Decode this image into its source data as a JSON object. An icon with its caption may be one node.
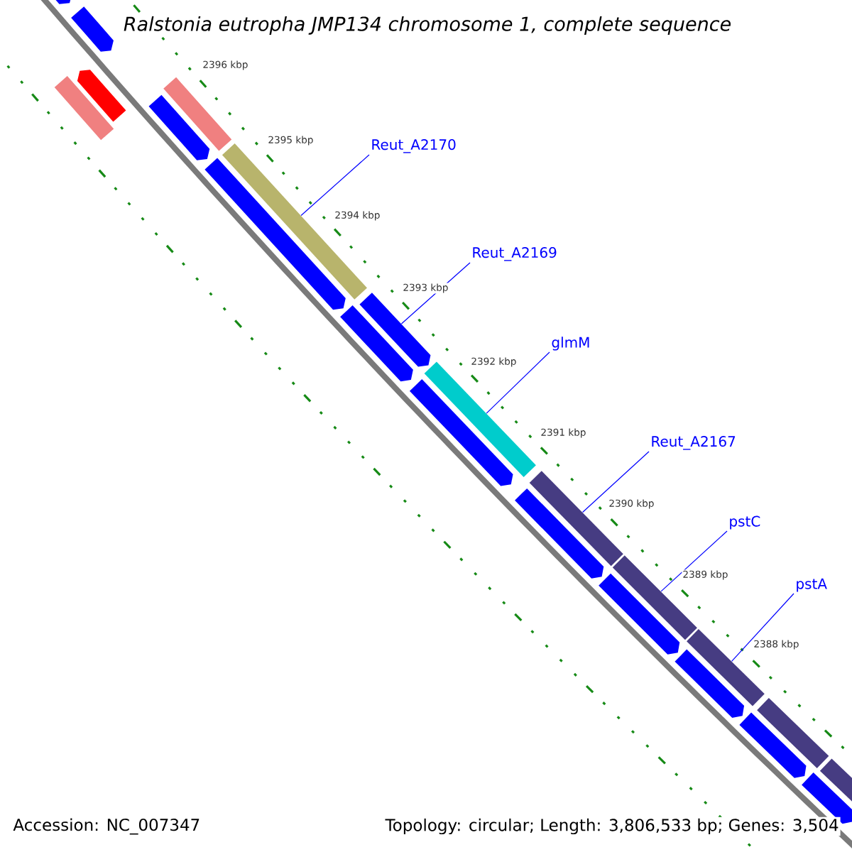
{
  "diagram": {
    "title": "Ralstonia eutropha JMP134 chromosome 1, complete sequence",
    "nodes": [
      {
        "text": [
          "Reut_A2170"
        ]
      },
      {
        "text": [
          "Reut_A2169"
        ]
      },
      {
        "text": [
          "glmM"
        ]
      },
      {
        "text": [
          "Reut_A2167"
        ]
      },
      {
        "text": [
          "pstC"
        ]
      },
      {
        "text": [
          "pstA"
        ]
      },
      {
        "text": [],
        "shape": "pentagon"
      },
      {
        "text": [],
        "shape": "pentagon"
      },
      {
        "text": [],
        "shape": "pentagon"
      },
      {
        "text": [],
        "shape": "pentagon"
      },
      {
        "text": [],
        "shape": "pentagon"
      },
      {
        "text": [],
        "shape": "pentagon"
      },
      {
        "text": [],
        "shape": "pentagon"
      },
      {
        "text": [],
        "shape": "pentagon"
      },
      {
        "text": [],
        "shape": "pentagon"
      },
      {
        "text": [],
        "shape": "pentagon"
      },
      {
        "text": [],
        "shape": "pentagon"
      },
      {
        "text": [],
        "shape": "bar"
      },
      {
        "text": [],
        "shape": "bar"
      },
      {
        "text": [],
        "shape": "pentagon"
      },
      {
        "text": [],
        "shape": "bar"
      },
      {
        "text": [],
        "shape": "bar"
      },
      {
        "text": [],
        "shape": "bar"
      },
      {
        "text": [],
        "shape": "bar"
      },
      {
        "text": [],
        "shape": "bar"
      },
      {
        "text": [],
        "shape": "bar"
      },
      {
        "text": [],
        "shape": "pentagon"
      },
      {
        "text": [],
        "shape": "bar"
      }
    ],
    "edges": [
      {
        "from": 0,
        "to": 18,
        "arrow": "none"
      },
      {
        "from": 1,
        "to": 19,
        "arrow": "none"
      },
      {
        "from": 2,
        "to": 20,
        "arrow": "none"
      },
      {
        "from": 3,
        "to": 21,
        "arrow": "none"
      },
      {
        "from": 4,
        "to": 22,
        "arrow": "none"
      },
      {
        "from": 5,
        "to": 23,
        "arrow": "none"
      }
    ],
    "labels": [
      "2396 kbp",
      "2395 kbp",
      "2394 kbp",
      "2393 kbp",
      "2392 kbp",
      "2391 kbp",
      "2390 kbp",
      "2389 kbp",
      "2388 kbp",
      "Accession: NC_007347",
      "Topology: circular; Length: 3,806,533 bp; Genes: 3,504"
    ]
  }
}
